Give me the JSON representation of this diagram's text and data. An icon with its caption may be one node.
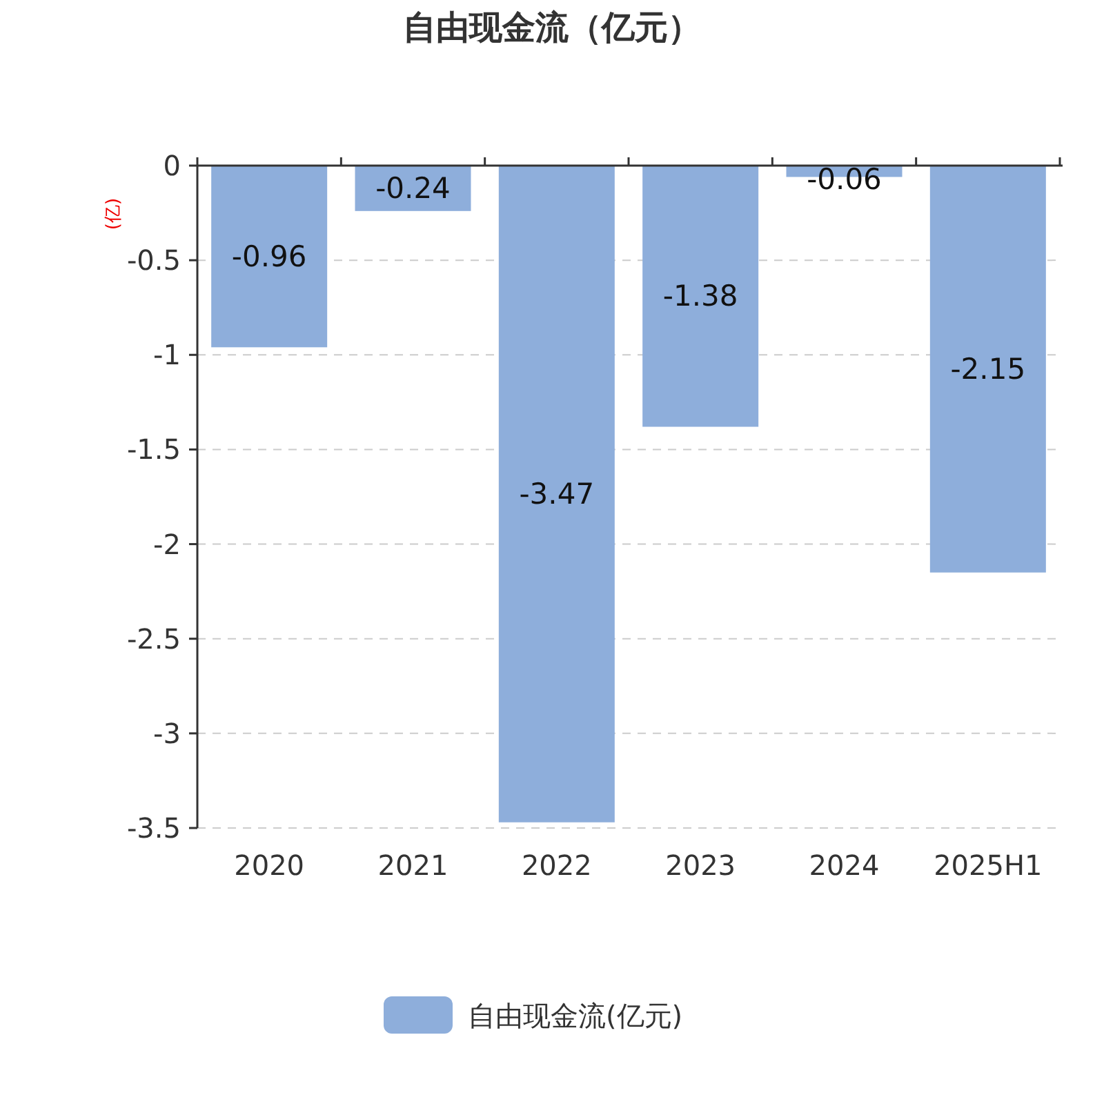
{
  "diagram": {
    "title": "自由现金流（亿元）",
    "legend": [
      {
        "text": "自由现金流(亿元)",
        "color": "#8eaedb"
      }
    ],
    "chart_data": {
      "type": "bar",
      "ylabel": "(亿)",
      "categories": [
        "2020",
        "2021",
        "2022",
        "2023",
        "2024",
        "2025H1"
      ],
      "series": [
        {
          "color": "#8eaedb",
          "values": [
            -0.96,
            -0.24,
            -3.47,
            -1.38,
            -0.06,
            -2.15
          ]
        }
      ],
      "ylim": [
        -3.5,
        0
      ],
      "yticks": [
        0,
        -0.5,
        -1,
        -1.5,
        -2,
        -2.5,
        -3,
        -3.5
      ],
      "data_labels": true,
      "grid": true
    }
  }
}
